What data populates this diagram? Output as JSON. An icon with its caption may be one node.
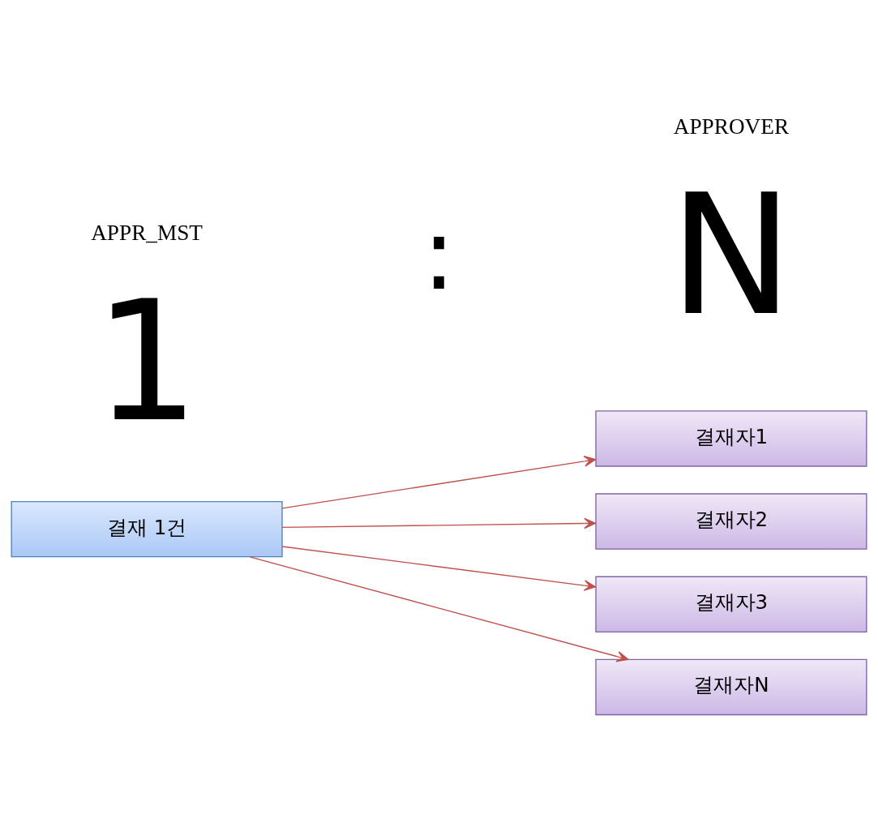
{
  "diagram": {
    "nodes": [
      {
        "text": [
          "결재 1건"
        ]
      },
      {
        "text": [
          "결재자1"
        ]
      },
      {
        "text": [
          "결재자2"
        ]
      },
      {
        "text": [
          "결재자3"
        ]
      },
      {
        "text": [
          "결재자N"
        ]
      }
    ],
    "edges": [
      {
        "from": 0,
        "to": 1,
        "arrow": "to"
      },
      {
        "from": 0,
        "to": 2,
        "arrow": "to"
      },
      {
        "from": 0,
        "to": 3,
        "arrow": "to"
      },
      {
        "from": 0,
        "to": 4,
        "arrow": "to"
      }
    ],
    "labels": [
      "APPR_MST",
      "APPROVER",
      "1",
      ":",
      "N"
    ]
  }
}
